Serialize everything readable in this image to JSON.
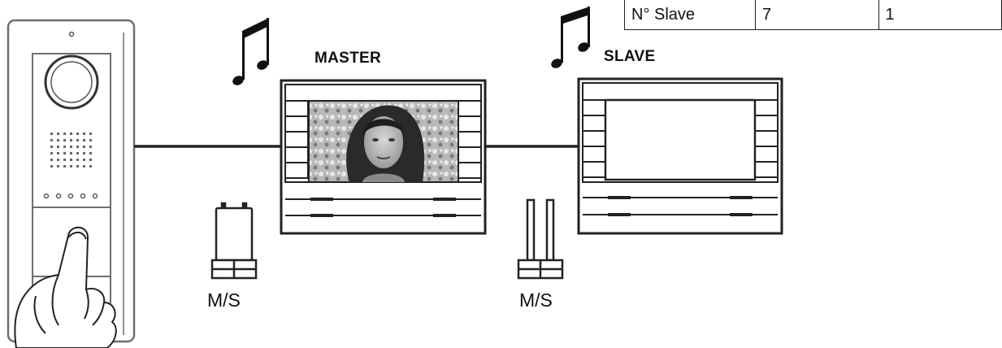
{
  "labels": {
    "master": "MASTER",
    "slave": "SLAVE",
    "jumper_master": "M/S",
    "jumper_slave": "M/S"
  },
  "table": {
    "row_label": "N° Slave",
    "value_1": "7",
    "value_2": "1"
  },
  "icons": {
    "door_station": "door-station-icon",
    "hand": "hand-pressing-button-icon",
    "note_master": "music-note-icon",
    "note_slave": "music-note-icon",
    "jumper_open": "jumper-open-icon",
    "jumper_closed": "jumper-closed-icon"
  },
  "colors": {
    "line": "#222222",
    "panel_border": "#6e6e6e"
  }
}
